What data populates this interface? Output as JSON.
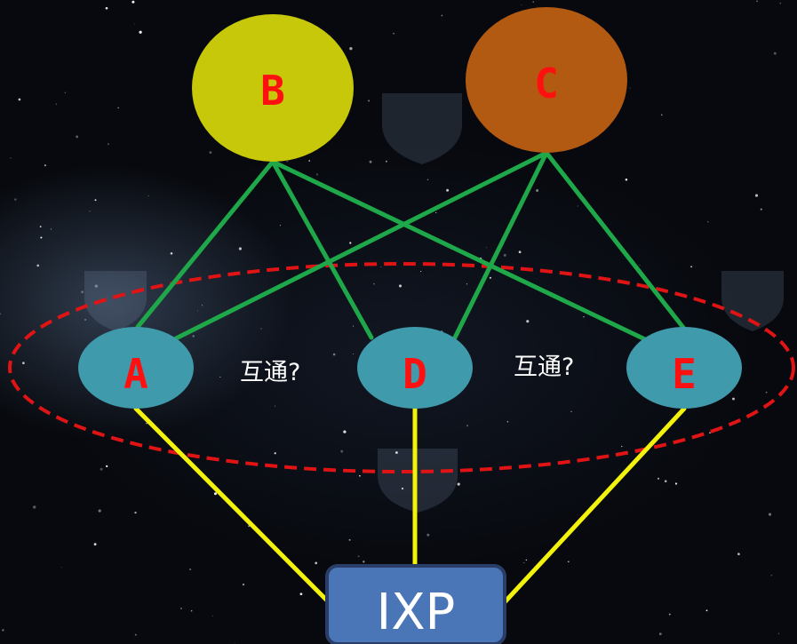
{
  "nodes": {
    "B": {
      "label": "B",
      "color": "#c8c80a"
    },
    "C": {
      "label": "C",
      "color": "#b35a12"
    },
    "A": {
      "label": "A",
      "color": "#3f9aac"
    },
    "D": {
      "label": "D",
      "color": "#3f9aac"
    },
    "E": {
      "label": "E",
      "color": "#3f9aac"
    }
  },
  "ixp": {
    "label": "IXP",
    "color": "#4a76b8"
  },
  "questions": [
    "互通?",
    "互通?"
  ],
  "colors": {
    "label_text": "#ff1010",
    "upstream_links": "#1fa84a",
    "ixp_links": "#f2f20c",
    "group_border": "#e01414"
  }
}
